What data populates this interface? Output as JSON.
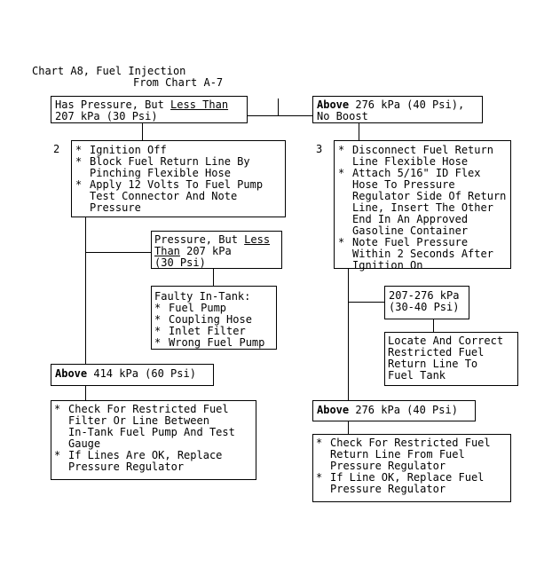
{
  "header": {
    "line1": "Chart A8, Fuel Injection",
    "line2": "From Chart A-7"
  },
  "step_numbers": [
    "2",
    "3"
  ],
  "bullet": "*",
  "left": {
    "pressure_box": {
      "l1_pre": "Has Pressure, But ",
      "l1_u": "Less Than",
      "l2": "207 kPa (30 Psi)"
    },
    "step2_items": [
      [
        "Ignition Off"
      ],
      [
        "Block Fuel Return Line By",
        "Pinching Flexible Hose"
      ],
      [
        "Apply 12 Volts To Fuel Pump",
        "Test Connector And Note",
        "Pressure"
      ]
    ],
    "less_than_box": {
      "l1_pre": "Pressure, But ",
      "l1_u": "Less",
      "l2_u": "Than",
      "l2_post": " 207 kPa",
      "l3": "(30 Psi)"
    },
    "faulty_box": {
      "title": "Faulty In-Tank:",
      "items": [
        "Fuel Pump",
        "Coupling Hose",
        "Inlet Filter",
        "Wrong Fuel Pump"
      ]
    },
    "above_box": {
      "bold": "Above",
      "rest": " 414 kPa (60 Psi)"
    },
    "check_items": [
      [
        "Check For Restricted Fuel",
        "Filter Or Line Between",
        "In-Tank Fuel Pump And Test",
        "Gauge"
      ],
      [
        "If Lines Are OK, Replace",
        "Pressure Regulator"
      ]
    ]
  },
  "right": {
    "pressure_box": {
      "bold": "Above",
      "rest": " 276 kPa (40 Psi),",
      "l2": "No Boost"
    },
    "step3_items": [
      [
        "Disconnect Fuel Return",
        "Line Flexible Hose"
      ],
      [
        "Attach 5/16\" ID Flex",
        "Hose To Pressure",
        "Regulator Side Of Return",
        "Line, Insert The Other",
        "End In An Approved",
        "Gasoline Container"
      ],
      [
        "Note Fuel Pressure",
        "Within 2 Seconds After",
        "Ignition On"
      ]
    ],
    "range_box": {
      "l1": "207-276 kPa",
      "l2": "(30-40 Psi)"
    },
    "locate_box": [
      "Locate And Correct",
      "Restricted Fuel",
      "Return Line To",
      "Fuel Tank"
    ],
    "above_box": {
      "bold": "Above",
      "rest": " 276 kPa (40 Psi)"
    },
    "check_items": [
      [
        "Check For Restricted Fuel",
        "Return Line From Fuel",
        "Pressure Regulator"
      ],
      [
        "If Line OK, Replace Fuel",
        "Pressure Regulator"
      ]
    ]
  }
}
